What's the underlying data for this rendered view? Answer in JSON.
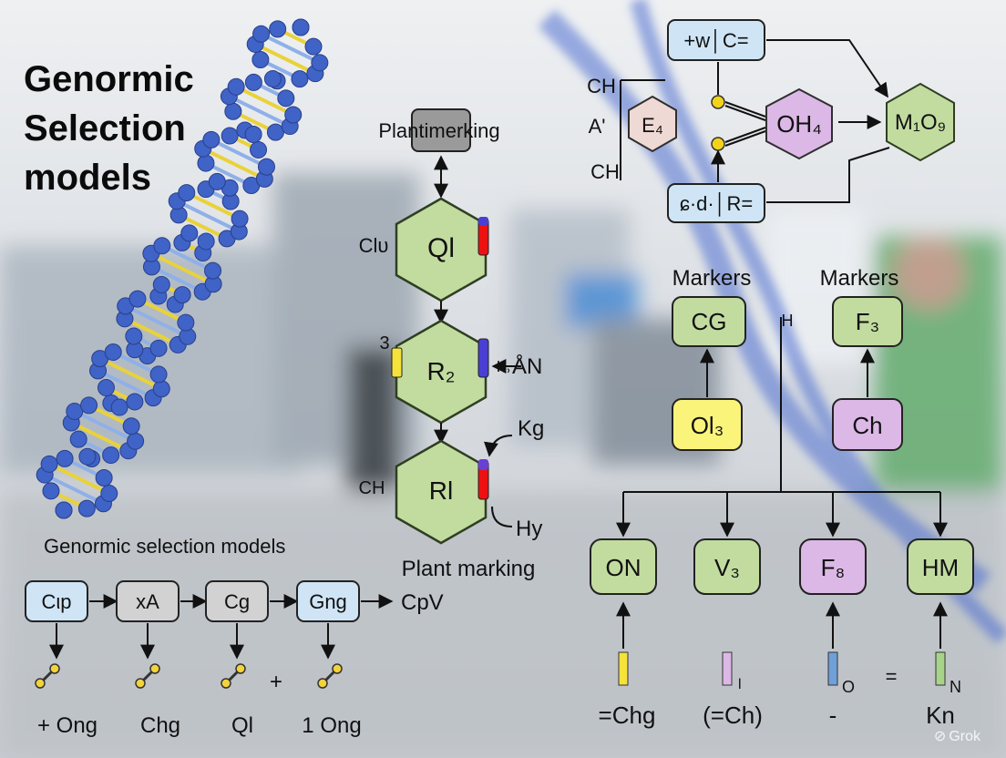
{
  "title": {
    "line1": "Genormic",
    "line2": "Selection",
    "line3": "models"
  },
  "watermark": {
    "icon": "grok-logo-icon",
    "text": "Grok"
  },
  "center_column": {
    "top_label": "Plantimerking",
    "hex1": "Ql",
    "hex1_left_label": "Clυ",
    "hex2": "R₂",
    "hex2_left_label": "3",
    "hex2_right_label": "+˒ÅN",
    "hex3": "Rl",
    "hex3_left_label": "CH",
    "hex3_kg_label": "Kg",
    "hex3_hy_label": "Hy",
    "bottom_label": "Plant marking"
  },
  "bottom_left": {
    "title": "Genormic selection models",
    "boxes": [
      "Cιp",
      "xA",
      "Cg",
      "Gng"
    ],
    "end_label": "CpV",
    "bottom_labels": [
      "+ Ong",
      "Chg",
      "Ql",
      "1 Ong"
    ],
    "plus_sign": "+"
  },
  "top_right": {
    "box_top": "+w│C=",
    "box_bottom": "ɕ·d·│R=",
    "left_labels": [
      "CH",
      "A'",
      "CH"
    ],
    "hex_e": "E₄",
    "hex_oh": "OH₄",
    "hex_m": "M₁O₉"
  },
  "markers": {
    "left_label": "Markers",
    "right_label": "Markers",
    "left_box": "CG",
    "right_box": "F₃",
    "h_label": "H",
    "left_lower": "Ol₃",
    "right_lower": "Ch"
  },
  "bottom_right": {
    "nodes": [
      "ON",
      "V₃",
      "F₈",
      "HM"
    ],
    "bottom_labels": [
      "=Chg",
      "(=Ch)",
      "-",
      "Kn"
    ],
    "sub_labels": [
      "l",
      "O",
      "N"
    ],
    "equals": "="
  },
  "colors": {
    "green_fill": "#c2dca0",
    "green_stroke": "#2f3f22",
    "blue_fill": "#cfe5f5",
    "gray_fill": "#d2d2d2",
    "purple_fill": "#dcb8e6",
    "yellow_fill": "#fbf47a",
    "dna_blue": "#3f63c6",
    "dna_yellow": "#e9d23a"
  }
}
